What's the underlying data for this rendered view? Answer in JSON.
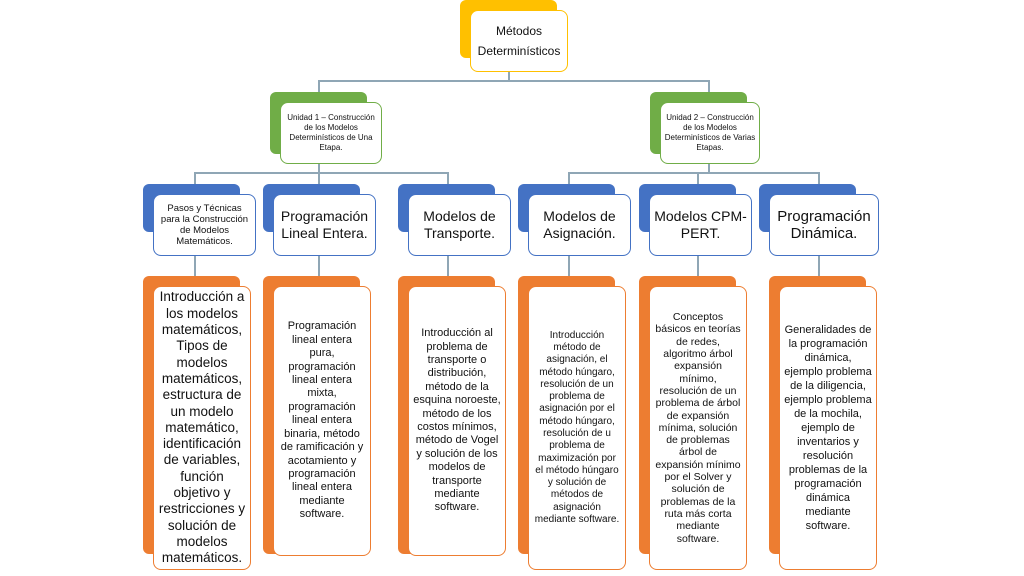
{
  "root": {
    "label": "Métodos Determinísticos"
  },
  "units": [
    {
      "label": "Unidad 1 – Construcción de los Modelos Determinísticos de Una Etapa."
    },
    {
      "label": "Unidad 2 – Construcción de los Modelos Determinísticos de Varias Etapas."
    }
  ],
  "headers": [
    {
      "label": "Pasos y Técnicas para la Construcción de Modelos Matemáticos."
    },
    {
      "label": "Programación Lineal Entera."
    },
    {
      "label": "Modelos de Transporte."
    },
    {
      "label": "Modelos de Asignación."
    },
    {
      "label": "Modelos CPM-PERT."
    },
    {
      "label": "Programación Dinámica."
    }
  ],
  "contents": [
    {
      "text": "Introducción a los modelos matemáticos, Tipos de modelos matemáticos, estructura de un modelo matemático, identificación de variables, función objetivo y restricciones y solución de modelos matemáticos."
    },
    {
      "text": "Programación lineal entera pura, programación lineal entera mixta, programación lineal entera binaria, método de ramificación y acotamiento y programación lineal entera mediante software."
    },
    {
      "text": "Introducción al problema de transporte o distribución, método de la esquina noroeste, método de los costos mínimos, método de Vogel y solución de los modelos de transporte mediante software."
    },
    {
      "text": "Introducción método de asignación, el método húngaro, resolución de un problema de asignación por el método húngaro, resolución de u problema de maximización por el método húngaro y solución de métodos de asignación mediante software."
    },
    {
      "text": "Conceptos básicos en teorías de redes, algoritmo árbol expansión mínimo, resolución de un problema de árbol de expansión mínima, solución de problemas árbol de expansión mínimo por el Solver y solución de problemas de la ruta más corta mediante software."
    },
    {
      "text": "Generalidades de la programación dinámica, ejemplo problema de la diligencia, ejemplo problema de la mochila, ejemplo de inventarios y resolución problemas de la programación dinámica mediante software."
    }
  ],
  "colors": {
    "root": "#ffc000",
    "unit": "#70ad47",
    "header": "#4472c4",
    "content": "#ed7d31",
    "connector": "#8fa6b5"
  }
}
